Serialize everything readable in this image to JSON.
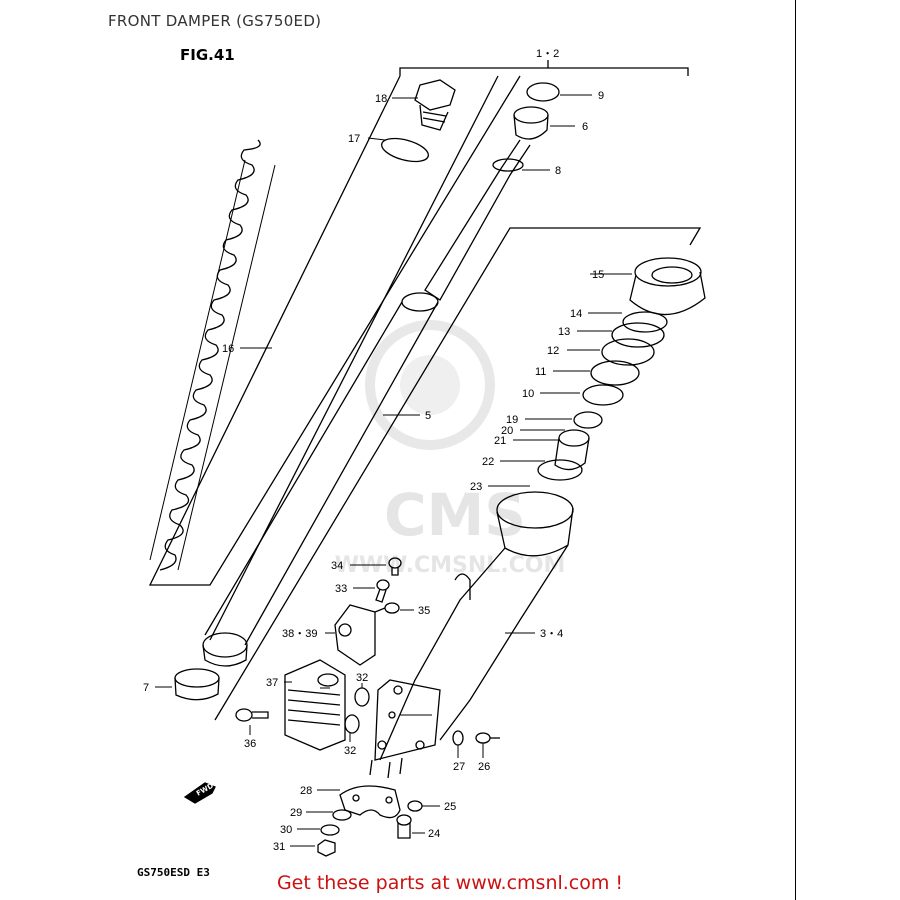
{
  "page_title": "FRONT DAMPER (GS750ED)",
  "figure_label": "FIG.41",
  "diagram_code": "GS750ESD  E3",
  "promo_text": "Get these parts at www.cmsnl.com !",
  "fwd_label": "FWD",
  "watermark": {
    "logo": "CMS",
    "url": "WWW.CMSNL.COM"
  },
  "callouts": {
    "c1_2": "1・2",
    "c3_4": "3・4",
    "c5": "5",
    "c6": "6",
    "c7": "7",
    "c8": "8",
    "c9": "9",
    "c10": "10",
    "c11": "11",
    "c12": "12",
    "c13": "13",
    "c14": "14",
    "c15": "15",
    "c16": "16",
    "c17": "17",
    "c18": "18",
    "c19": "19",
    "c20": "20",
    "c21": "21",
    "c22": "22",
    "c23": "23",
    "c24": "24",
    "c25": "25",
    "c26": "26",
    "c27": "27",
    "c28": "28",
    "c29": "29",
    "c30": "30",
    "c31": "31",
    "c32a": "32",
    "c32b": "32",
    "c33": "33",
    "c34": "34",
    "c35": "35",
    "c36": "36",
    "c37": "37",
    "c38_39": "38・39"
  },
  "colors": {
    "promo": "#cc1111",
    "line": "#000000",
    "watermark": "#d0d0d0"
  }
}
